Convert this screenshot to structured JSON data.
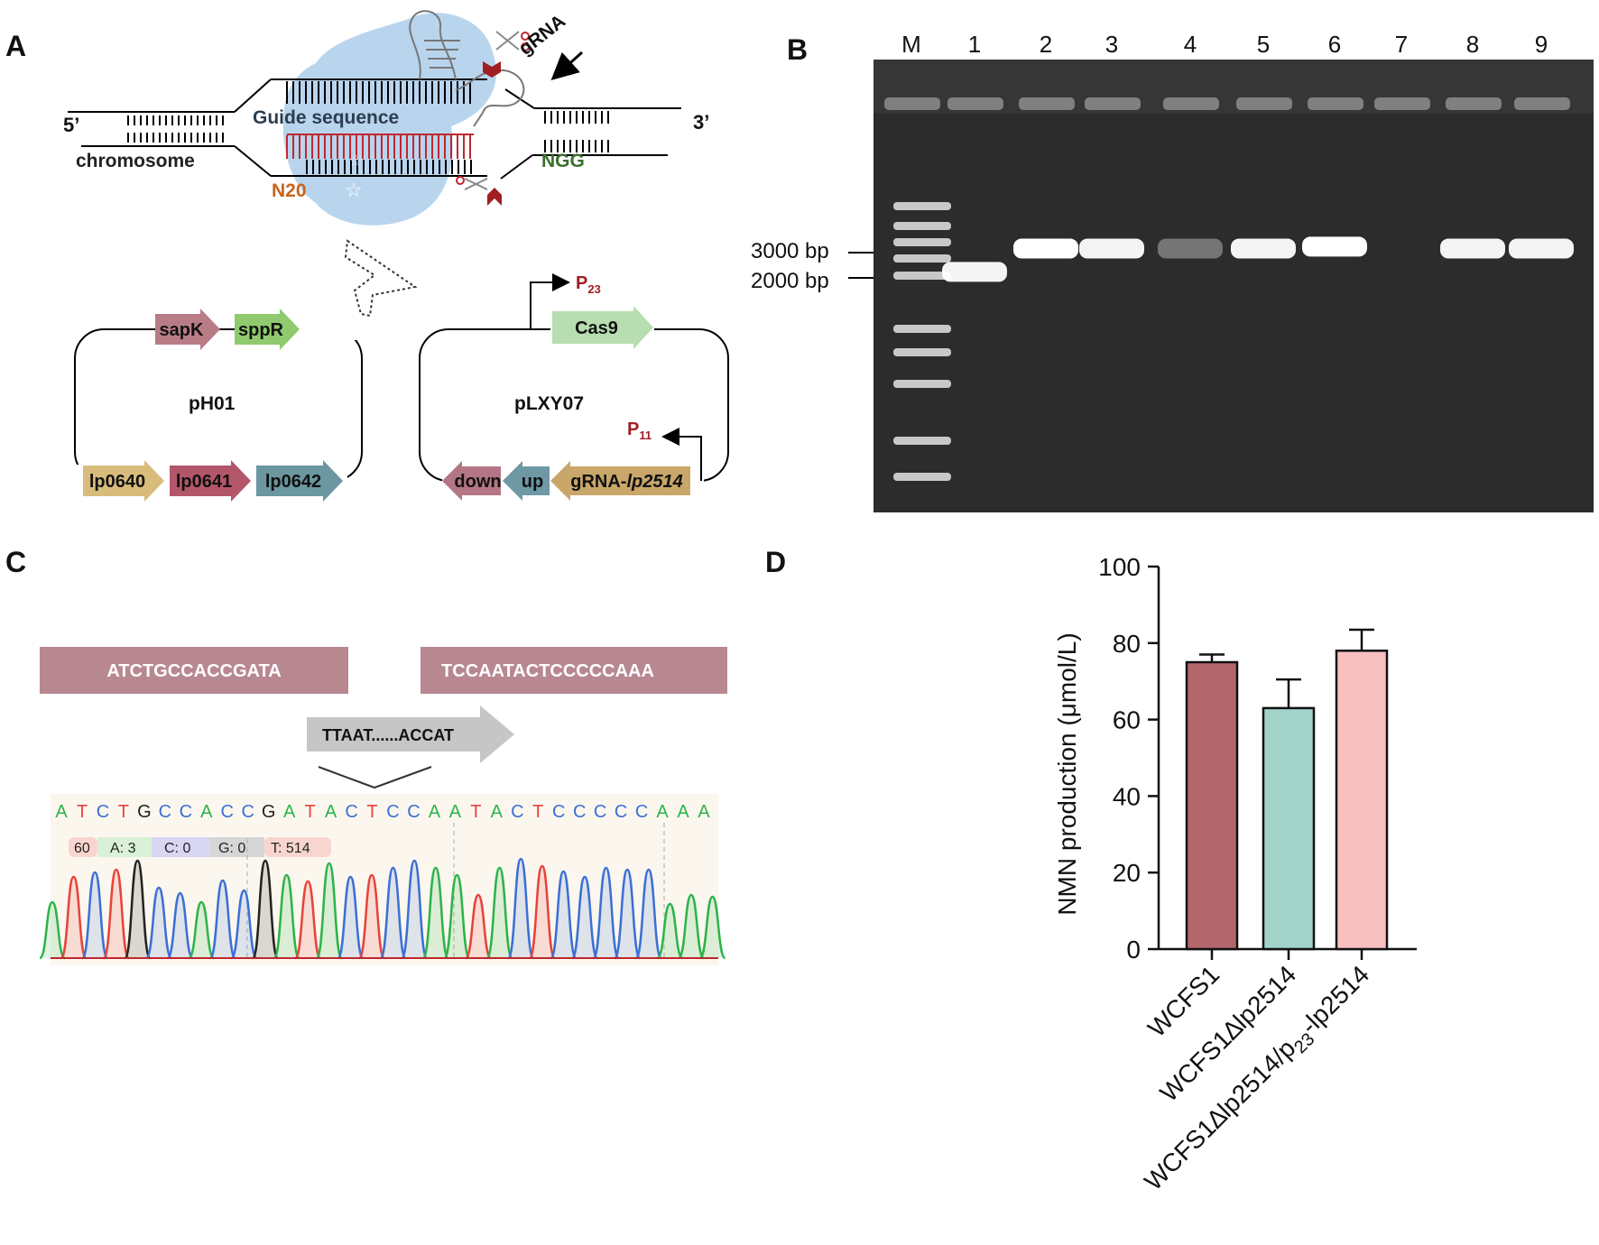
{
  "panels": {
    "a": "A",
    "b": "B",
    "c": "C",
    "d": "D"
  },
  "panel_a": {
    "end5": "5’",
    "end3": "3’",
    "chromosome": "chromosome",
    "guide_sequence": "Guide sequence",
    "n20": "N20",
    "ngg": "NGG",
    "grna": "gRNA",
    "plasmid1": {
      "name": "pH01",
      "top_genes": [
        "sapK",
        "sppR"
      ],
      "bottom_genes": [
        "lp0640",
        "lp0641",
        "lp0642"
      ]
    },
    "plasmid2": {
      "name": "pLXY07",
      "promoter_top_main": "P",
      "promoter_top_sub": "23",
      "cas9": "Cas9",
      "promoter_right_main": "P",
      "promoter_right_sub": "11",
      "down": "down",
      "up": "up",
      "grna_gene_prefix": "gRNA-",
      "grna_gene_italic": "lp2514"
    },
    "colors": {
      "blob": "#b9d5ee",
      "guide_red": "#c0272d",
      "n20_orange": "#c8641e",
      "ngg_green": "#3a6e2e",
      "sapK": "#b87c86",
      "sppR": "#8fca6e",
      "lp0640": "#d9bc7c",
      "lp0641": "#b4566a",
      "lp0642": "#6a97a0",
      "cas9": "#b7ddb0",
      "down": "#b47684",
      "up": "#6e98a4",
      "grna_gene": "#c9a66a"
    }
  },
  "panel_b": {
    "lane_labels": [
      "M",
      "1",
      "2",
      "3",
      "4",
      "5",
      "6",
      "7",
      "8",
      "9"
    ],
    "marker_3000": "3000 bp",
    "marker_2000": "2000 bp",
    "band_intensity": [
      0,
      0.95,
      1,
      0.95,
      0.35,
      0.95,
      1,
      0,
      0.95,
      0.95
    ],
    "band_size_bp": [
      null,
      2200,
      3200,
      3200,
      3200,
      3200,
      3300,
      null,
      3200,
      3200
    ]
  },
  "panel_c": {
    "left_box": "ATCTGCCACCGATA",
    "right_box": "TCCAATACTCCCCCAAA",
    "insert": "TTAAT......ACCAT",
    "bases": [
      "A",
      "T",
      "C",
      "T",
      "G",
      "C",
      "C",
      "A",
      "C",
      "C",
      "G",
      "A",
      "T",
      "A",
      "C",
      "T",
      "C",
      "C",
      "A",
      "A",
      "T",
      "A",
      "C",
      "T",
      "C",
      "C",
      "C",
      "C",
      "C",
      "A",
      "A",
      "A"
    ],
    "base_colors": {
      "A": "#2db34a",
      "T": "#e8423a",
      "C": "#3c6fd6",
      "G": "#222222"
    },
    "info": {
      "pos": "60",
      "a": "A: 3",
      "c": "C: 0",
      "g": "G: 0",
      "t": "T: 514"
    },
    "box_color": "#b88891"
  },
  "chart_data": {
    "type": "bar",
    "categories": [
      "WCFS1",
      "WCFS1∆lp2514",
      "WCFS1∆lp2514/p23-lp2514"
    ],
    "values": [
      75,
      63,
      78
    ],
    "errors": [
      2,
      7.5,
      5.5
    ],
    "colors": [
      "#b3666c",
      "#a2d3c8",
      "#f8bfc1"
    ],
    "ylabel": "NMN production (μmol/L)",
    "ylim": [
      0,
      100
    ],
    "yticks": [
      0,
      20,
      40,
      60,
      80,
      100
    ],
    "tick_labels": [
      "0",
      "20",
      "40",
      "60",
      "80",
      "100"
    ],
    "label_parts": [
      {
        "main": "WCFS1",
        "sub": "",
        "tail": ""
      },
      {
        "main": "WCFS1∆lp2514",
        "sub": "",
        "tail": ""
      },
      {
        "main": "WCFS1∆lp2514/p",
        "sub": "23",
        "tail": "-lp2514"
      }
    ]
  }
}
